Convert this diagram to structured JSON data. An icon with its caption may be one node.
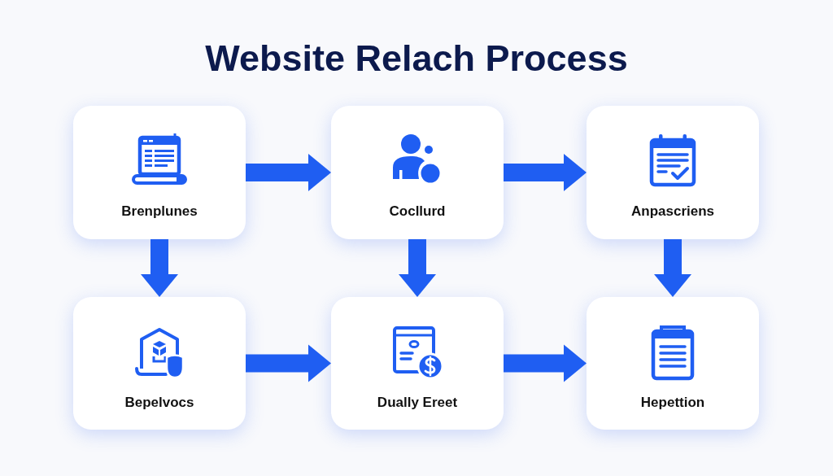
{
  "diagram": {
    "title": "Website Relach Process",
    "nodes": [
      {
        "text": [
          "Brenplunes"
        ]
      },
      {
        "text": [
          "Cocllurd"
        ]
      },
      {
        "text": [
          "Anpascriens"
        ]
      },
      {
        "text": [
          "Bepelvocs"
        ]
      },
      {
        "text": [
          "Dually Ereet"
        ]
      },
      {
        "text": [
          "Hepettion"
        ]
      }
    ],
    "edges": [
      {
        "from": 0,
        "to": 1,
        "arrow": "to"
      },
      {
        "from": 1,
        "to": 2,
        "arrow": "to"
      },
      {
        "from": 0,
        "to": 3,
        "arrow": "to"
      },
      {
        "from": 1,
        "to": 4,
        "arrow": "to"
      },
      {
        "from": 2,
        "to": 5,
        "arrow": "to"
      },
      {
        "from": 3,
        "to": 4,
        "arrow": "to"
      },
      {
        "from": 4,
        "to": 5,
        "arrow": "to"
      }
    ]
  }
}
